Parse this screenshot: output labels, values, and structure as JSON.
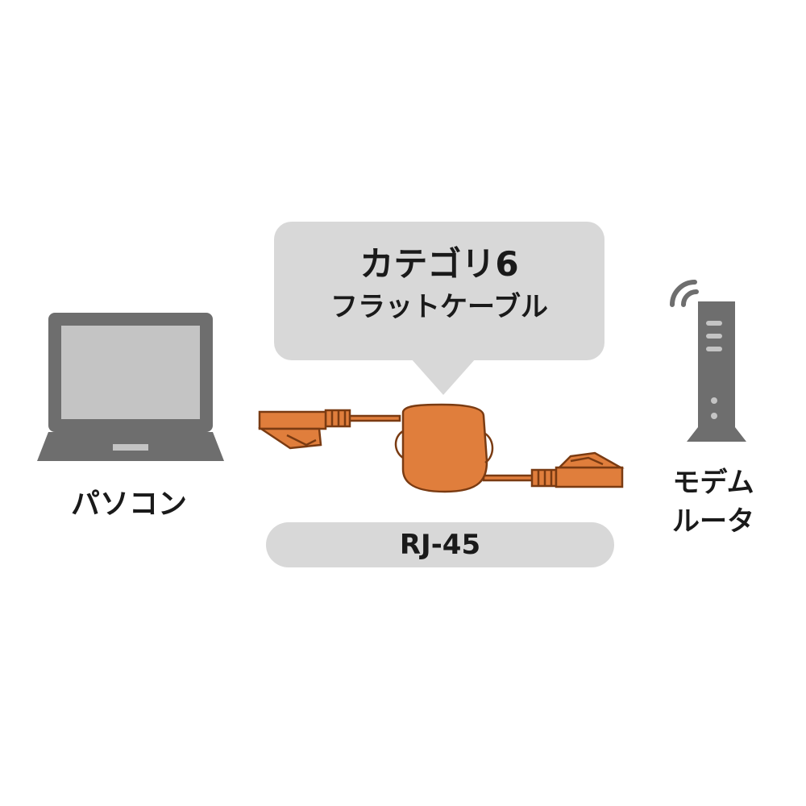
{
  "bubble": {
    "line1": "カテゴリ6",
    "line2": "フラットケーブル"
  },
  "devices": {
    "pc_label": "パソコン",
    "router_label_line1": "モデム",
    "router_label_line2": "ルータ"
  },
  "connector": {
    "label": "RJ-45"
  },
  "colors": {
    "device_gray": "#6e6e6e",
    "screen_gray": "#c4c4c4",
    "bubble_gray": "#d8d8d8",
    "cable_orange": "#e07e3c",
    "outline_brown": "#7a3b12"
  },
  "icons": [
    "laptop-icon",
    "router-icon",
    "wifi-signal-icon",
    "retractable-cable-icon",
    "rj45-plug-icon"
  ]
}
